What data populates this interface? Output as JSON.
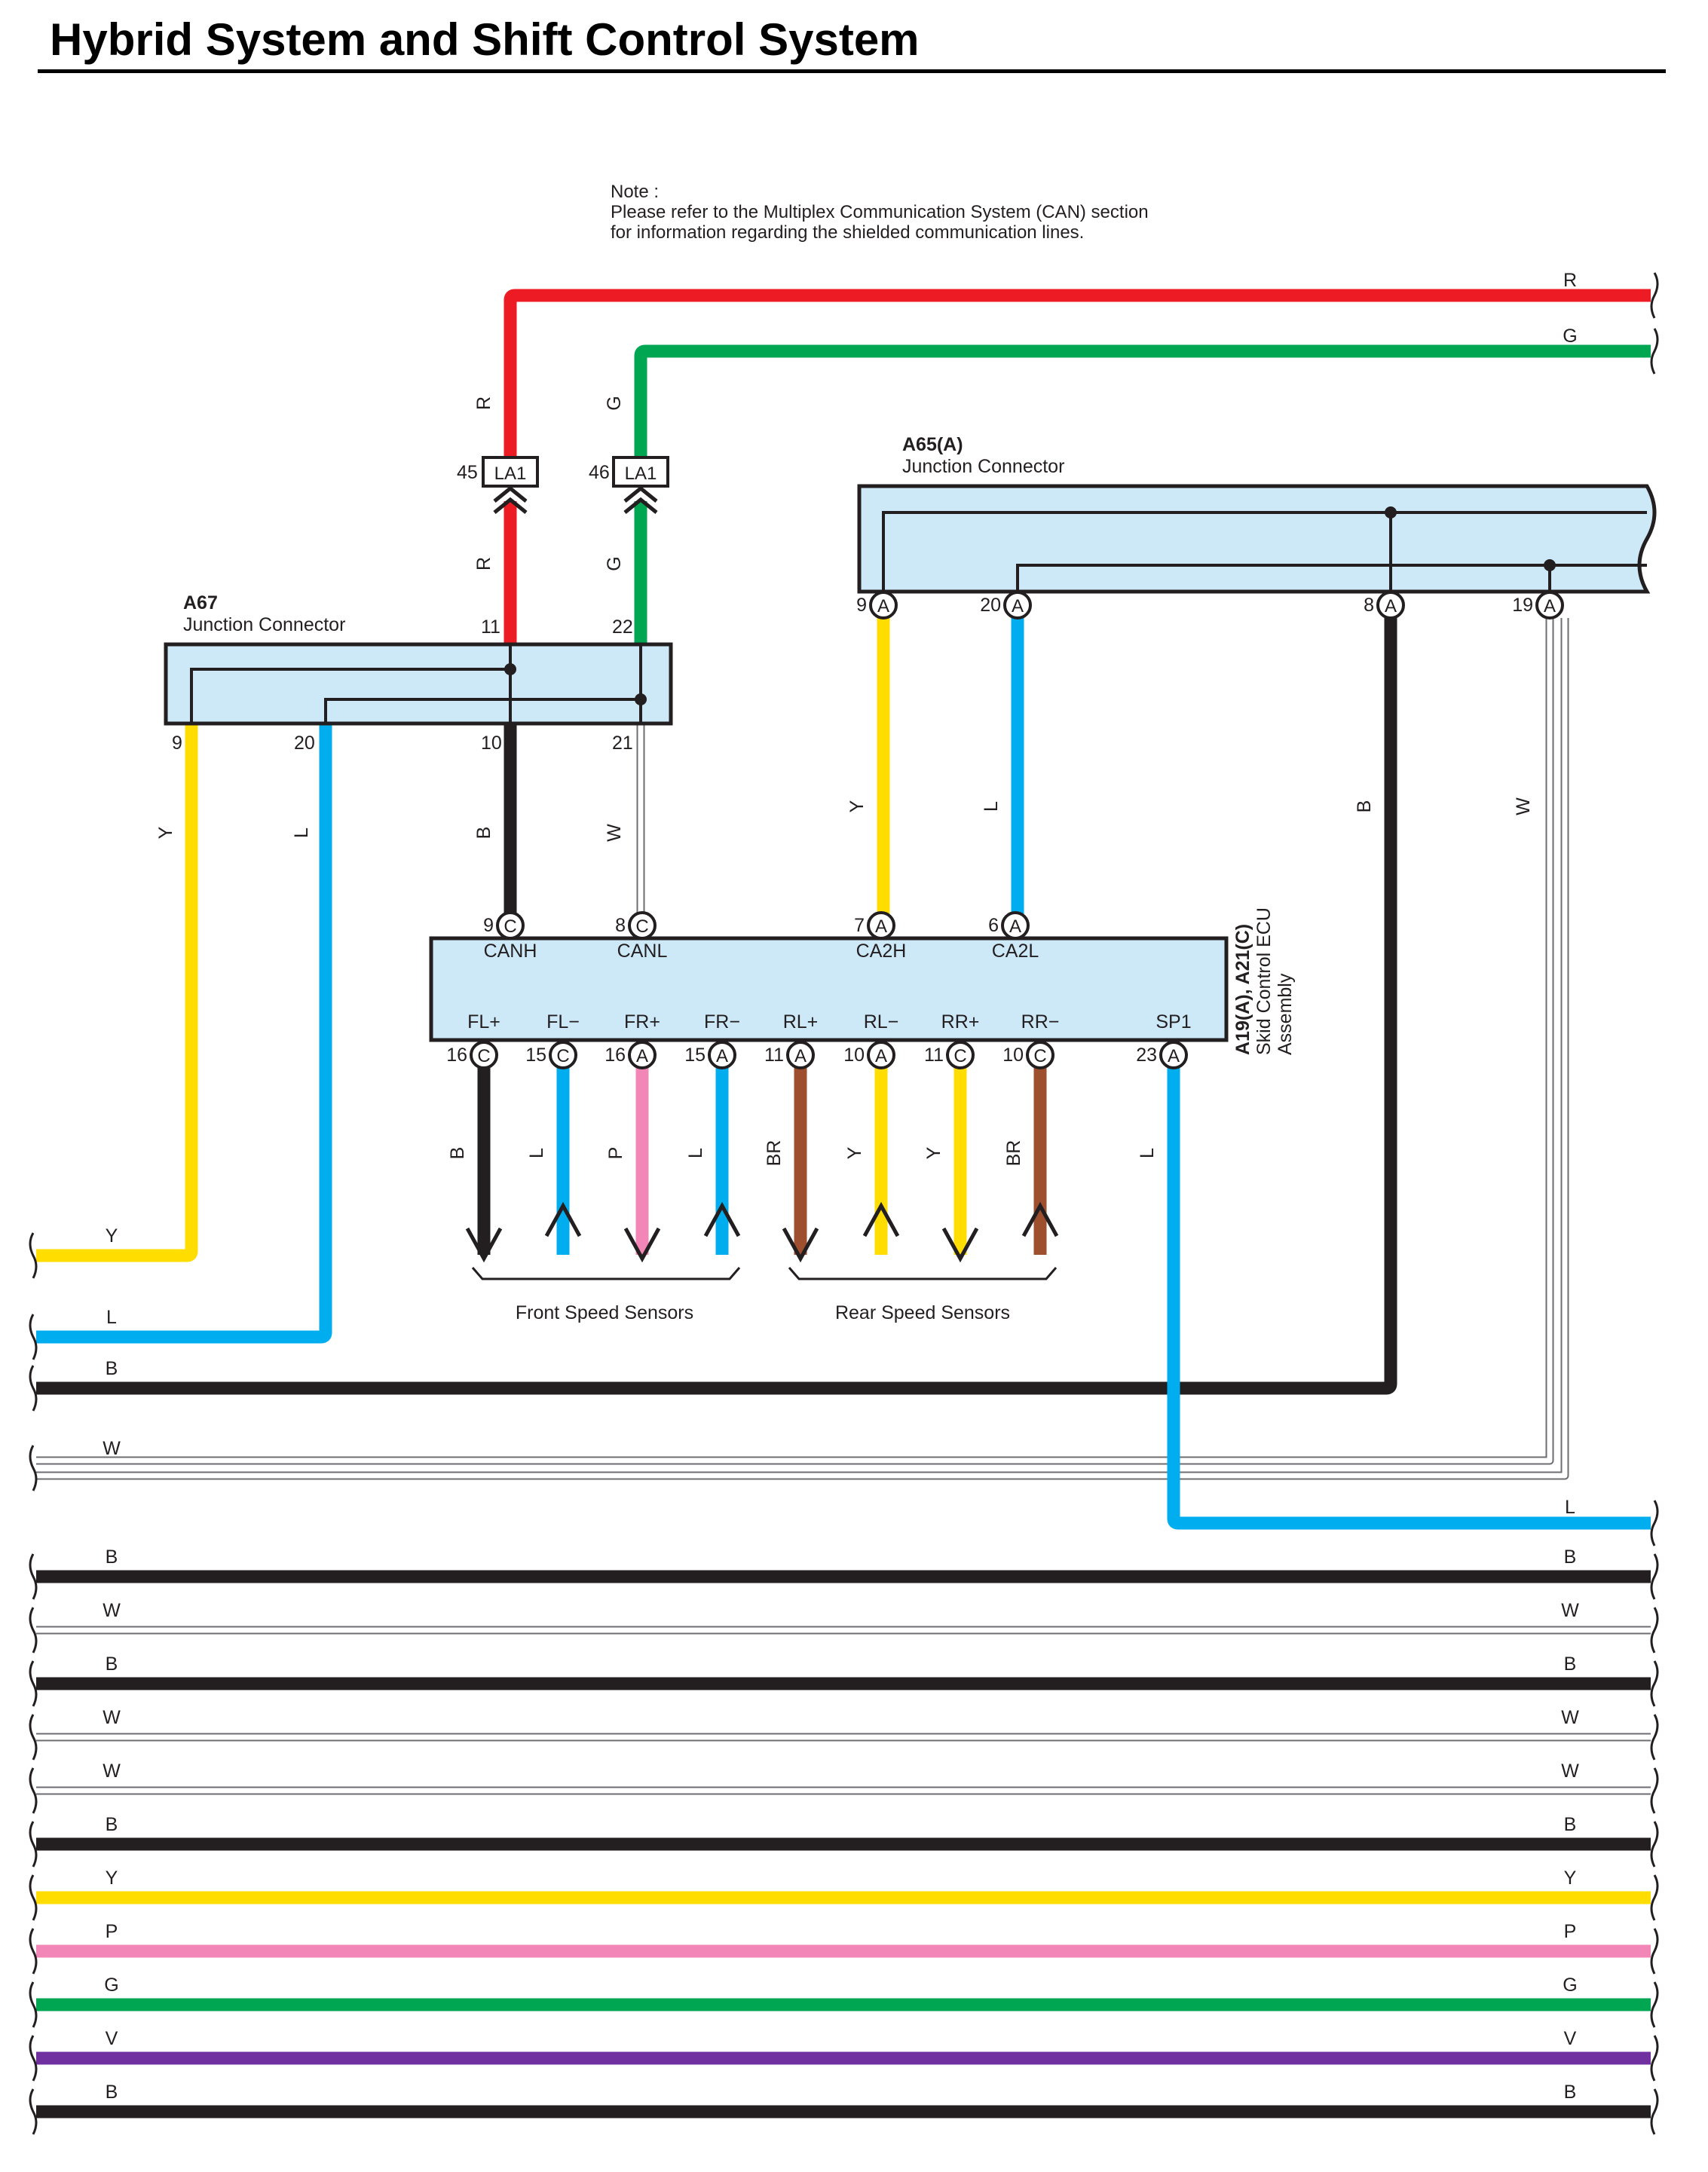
{
  "title": "Hybrid System and Shift Control System",
  "note": {
    "heading": "Note :",
    "line1": "Please refer to the Multiplex Communication System (CAN) section",
    "line2": "for information regarding the shielded communication lines."
  },
  "colors": {
    "R": "#ed1c24",
    "G": "#00a651",
    "Y": "#ffdd00",
    "L": "#00aeef",
    "B": "#231f20",
    "P": "#f287b7",
    "BR": "#9e4f2e",
    "V": "#7030a0",
    "W": "#ffffff",
    "connector_fill": "#cde9f8"
  },
  "top_wires": [
    {
      "color": "R"
    },
    {
      "color": "G"
    }
  ],
  "in_line_connectors": [
    {
      "pin": "45",
      "code": "LA1",
      "color_above": "R",
      "color_below": "R"
    },
    {
      "pin": "46",
      "code": "LA1",
      "color_above": "G",
      "color_below": "G"
    }
  ],
  "a67": {
    "id": "A67",
    "name": "Junction Connector",
    "top_pins": [
      "11",
      "22"
    ],
    "bottom_pins": [
      "9",
      "20",
      "10",
      "21"
    ]
  },
  "a65": {
    "id": "A65(A)",
    "name": "Junction Connector",
    "pins": [
      {
        "num": "9",
        "letter": "A"
      },
      {
        "num": "20",
        "letter": "A"
      },
      {
        "num": "8",
        "letter": "A"
      },
      {
        "num": "19",
        "letter": "A"
      }
    ]
  },
  "ecu": {
    "name_line1": "A19(A), A21(C)",
    "name_line2": "Skid Control ECU",
    "name_line3": "Assembly",
    "top_pins": [
      {
        "num": "9",
        "letter": "C",
        "label": "CANH"
      },
      {
        "num": "8",
        "letter": "C",
        "label": "CANL"
      },
      {
        "num": "7",
        "letter": "A",
        "label": "CA2H"
      },
      {
        "num": "6",
        "letter": "A",
        "label": "CA2L"
      }
    ],
    "bottom_pins": [
      {
        "num": "16",
        "letter": "C",
        "label": "FL+",
        "wire": "B"
      },
      {
        "num": "15",
        "letter": "C",
        "label": "FL−",
        "wire": "L"
      },
      {
        "num": "16",
        "letter": "A",
        "label": "FR+",
        "wire": "P"
      },
      {
        "num": "15",
        "letter": "A",
        "label": "FR−",
        "wire": "L"
      },
      {
        "num": "11",
        "letter": "A",
        "label": "RL+",
        "wire": "BR"
      },
      {
        "num": "10",
        "letter": "A",
        "label": "RL−",
        "wire": "Y"
      },
      {
        "num": "11",
        "letter": "C",
        "label": "RR+",
        "wire": "Y"
      },
      {
        "num": "10",
        "letter": "C",
        "label": "RR−",
        "wire": "BR"
      },
      {
        "num": "23",
        "letter": "A",
        "label": "SP1",
        "wire": "L"
      }
    ]
  },
  "sensor_groups": {
    "front": "Front Speed Sensors",
    "rear": "Rear Speed Sensors"
  },
  "wire_segments": [
    {
      "id": "a67_9",
      "color": "Y"
    },
    {
      "id": "a67_20",
      "color": "L"
    },
    {
      "id": "a67_10",
      "color": "B"
    },
    {
      "id": "a67_21",
      "color": "W"
    },
    {
      "id": "a65_9",
      "color": "Y"
    },
    {
      "id": "a65_20",
      "color": "L"
    },
    {
      "id": "a65_8",
      "color": "B"
    },
    {
      "id": "a65_19",
      "color": "W"
    }
  ],
  "left_wires": [
    {
      "color": "Y"
    },
    {
      "color": "L"
    },
    {
      "color": "B"
    },
    {
      "color": "W"
    }
  ],
  "right_wires": [
    {
      "color": "L"
    }
  ],
  "bus_wires": [
    {
      "color": "B"
    },
    {
      "color": "W"
    },
    {
      "color": "B"
    },
    {
      "color": "W"
    },
    {
      "color": "W"
    },
    {
      "color": "B"
    },
    {
      "color": "Y"
    },
    {
      "color": "P"
    },
    {
      "color": "G"
    },
    {
      "color": "V"
    },
    {
      "color": "B"
    }
  ]
}
